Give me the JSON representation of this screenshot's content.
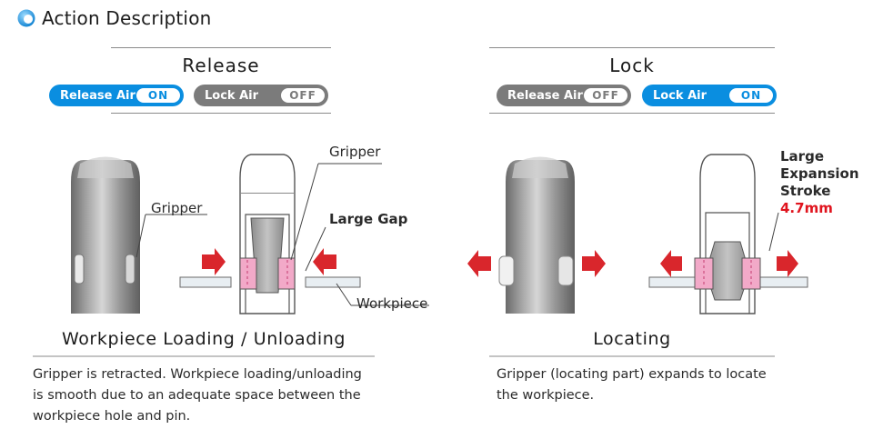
{
  "header": {
    "title": "Action Description"
  },
  "release": {
    "title": "Release",
    "release_air": {
      "label": "Release Air",
      "state": "ON"
    },
    "lock_air": {
      "label": "Lock Air",
      "state": "OFF"
    },
    "labels": {
      "gripper_left": "Gripper",
      "gripper_right": "Gripper",
      "gap": "Large Gap",
      "workpiece": "Workpiece"
    },
    "section_title": "Workpiece Loading / Unloading",
    "desc_lines": [
      "Gripper is retracted. Workpiece loading/unloading",
      "is smooth due to an adequate space between the",
      "workpiece hole and pin."
    ]
  },
  "lock": {
    "title": "Lock",
    "release_air": {
      "label": "Release Air",
      "state": "OFF"
    },
    "lock_air": {
      "label": "Lock Air",
      "state": "ON"
    },
    "labels": {
      "stroke_1": "Large",
      "stroke_2": "Expansion",
      "stroke_3": "Stroke",
      "stroke_value": "4.7mm"
    },
    "section_title": "Locating",
    "desc_lines": [
      "Gripper (locating part) expands to locate",
      "the workpiece."
    ]
  },
  "colors": {
    "accent": "#0a8ee0",
    "off": "#7b7b7b",
    "arrow": "#d9262c",
    "gripper": "#f2a9c8",
    "stroke_value": "#e0141e"
  }
}
